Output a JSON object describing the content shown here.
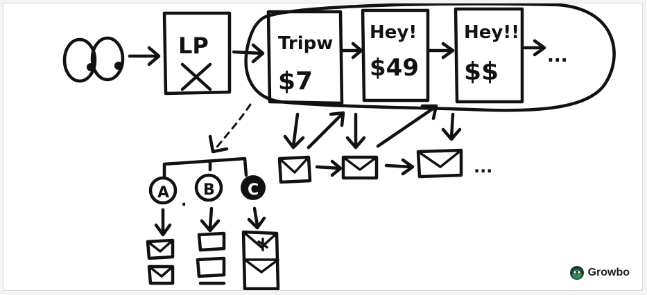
{
  "labels": {
    "landing_page_box": "LP",
    "offer_1": {
      "title": "Tripw",
      "price": "$7"
    },
    "offer_2": {
      "title": "Hey!",
      "price": "$49"
    },
    "offer_3": {
      "title": "Hey!!",
      "price": "$$"
    },
    "funnel_continues": "...",
    "email_sequence_continues": "...",
    "segment_a": "A",
    "segment_b": "B",
    "segment_c": "C",
    "segment_dot": "."
  },
  "brand": {
    "name": "Growbo",
    "color": "#2e8b57"
  }
}
